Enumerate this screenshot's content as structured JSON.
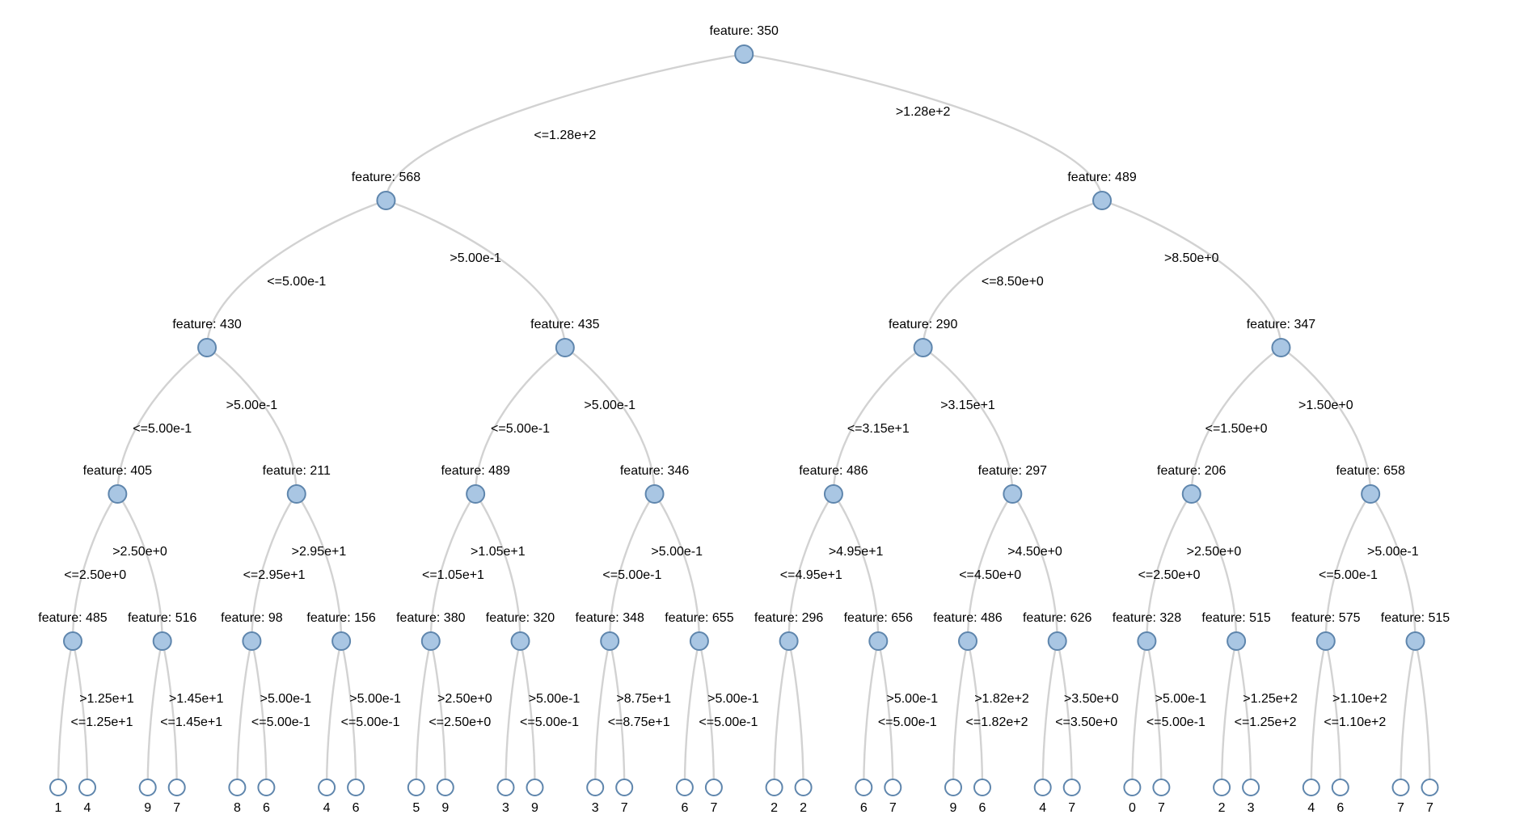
{
  "style": {
    "background": "#ffffff",
    "node_fill": "#a9c6e3",
    "node_stroke": "#5f86ad",
    "leaf_fill": "#ffffff",
    "leaf_stroke": "#5f86ad",
    "edge_color": "#d2d2d2",
    "text_color": "#000000"
  },
  "tree": {
    "type": "decision-tree",
    "levels": [
      {
        "nodes": [
          {
            "label": "feature: 350",
            "left": "<=1.28e+2",
            "right": ">1.28e+2"
          }
        ]
      },
      {
        "nodes": [
          {
            "label": "feature: 568",
            "left": "<=5.00e-1",
            "right": ">5.00e-1"
          },
          {
            "label": "feature: 489",
            "left": "<=8.50e+0",
            "right": ">8.50e+0"
          }
        ]
      },
      {
        "nodes": [
          {
            "label": "feature: 430",
            "left": "<=5.00e-1",
            "right": ">5.00e-1"
          },
          {
            "label": "feature: 435",
            "left": "<=5.00e-1",
            "right": ">5.00e-1"
          },
          {
            "label": "feature: 290",
            "left": "<=3.15e+1",
            "right": ">3.15e+1"
          },
          {
            "label": "feature: 347",
            "left": "<=1.50e+0",
            "right": ">1.50e+0"
          }
        ]
      },
      {
        "nodes": [
          {
            "label": "feature: 405",
            "left": "<=2.50e+0",
            "right": ">2.50e+0"
          },
          {
            "label": "feature: 211",
            "left": "<=2.95e+1",
            "right": ">2.95e+1"
          },
          {
            "label": "feature: 489",
            "left": "<=1.05e+1",
            "right": ">1.05e+1"
          },
          {
            "label": "feature: 346",
            "left": "<=5.00e-1",
            "right": ">5.00e-1"
          },
          {
            "label": "feature: 486",
            "left": "<=4.95e+1",
            "right": ">4.95e+1"
          },
          {
            "label": "feature: 297",
            "left": "<=4.50e+0",
            "right": ">4.50e+0"
          },
          {
            "label": "feature: 206",
            "left": "<=2.50e+0",
            "right": ">2.50e+0"
          },
          {
            "label": "feature: 658",
            "left": "<=5.00e-1",
            "right": ">5.00e-1"
          }
        ]
      },
      {
        "nodes": [
          {
            "label": "feature: 485",
            "left": "<=1.25e+1",
            "right": ">1.25e+1"
          },
          {
            "label": "feature: 516",
            "left": "<=1.45e+1",
            "right": ">1.45e+1"
          },
          {
            "label": "feature: 98",
            "left": "<=5.00e-1",
            "right": ">5.00e-1"
          },
          {
            "label": "feature: 156",
            "left": "<=5.00e-1",
            "right": ">5.00e-1"
          },
          {
            "label": "feature: 380",
            "left": "<=2.50e+0",
            "right": ">2.50e+0"
          },
          {
            "label": "feature: 320",
            "left": "<=5.00e-1",
            "right": ">5.00e-1"
          },
          {
            "label": "feature: 348",
            "left": "<=8.75e+1",
            "right": ">8.75e+1"
          },
          {
            "label": "feature: 655",
            "left": "<=5.00e-1",
            "right": ">5.00e-1"
          },
          {
            "label": "feature: 296",
            "left": "",
            "right": ""
          },
          {
            "label": "feature: 656",
            "left": "<=5.00e-1",
            "right": ">5.00e-1"
          },
          {
            "label": "feature: 486",
            "left": "<=1.82e+2",
            "right": ">1.82e+2"
          },
          {
            "label": "feature: 626",
            "left": "<=3.50e+0",
            "right": ">3.50e+0"
          },
          {
            "label": "feature: 328",
            "left": "<=5.00e-1",
            "right": ">5.00e-1"
          },
          {
            "label": "feature: 515",
            "left": "<=1.25e+2",
            "right": ">1.25e+2"
          },
          {
            "label": "feature: 575",
            "left": "<=1.10e+2",
            "right": ">1.10e+2"
          },
          {
            "label": "feature: 515",
            "left": "",
            "right": ""
          }
        ]
      }
    ],
    "leaves": [
      "1",
      "4",
      "9",
      "7",
      "8",
      "6",
      "4",
      "6",
      "5",
      "9",
      "3",
      "9",
      "3",
      "7",
      "6",
      "7",
      "2",
      "2",
      "6",
      "7",
      "9",
      "6",
      "4",
      "7",
      "0",
      "7",
      "2",
      "3",
      "4",
      "6",
      "7",
      "7"
    ]
  }
}
